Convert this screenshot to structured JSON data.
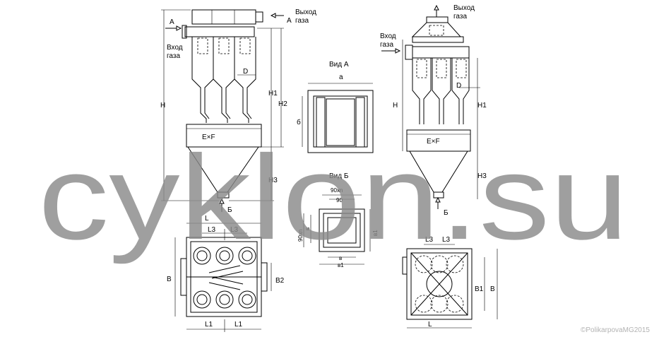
{
  "labels": {
    "inlet": [
      "Вход",
      "газа"
    ],
    "outlet": [
      "Выход",
      "газа"
    ],
    "view_a": "Вид А",
    "view_b": "Вид Б",
    "arrow_a": "А",
    "arrow_b": "Б",
    "H": "H",
    "H1": "H1",
    "H2": "H2",
    "H3": "H3",
    "D": "D",
    "ExF": "E×F",
    "a": "а",
    "six": "б",
    "L": "L",
    "L1": "L1",
    "L3": "L3",
    "B": "B",
    "B1": "B1",
    "B2": "B2",
    "b": "в",
    "b1": "в1",
    "n90": "90хn",
    "n90_side": "90хn",
    "p90": "90"
  },
  "watermark": "cyklon.su",
  "copyright": "©PolikarpovaMG2015"
}
